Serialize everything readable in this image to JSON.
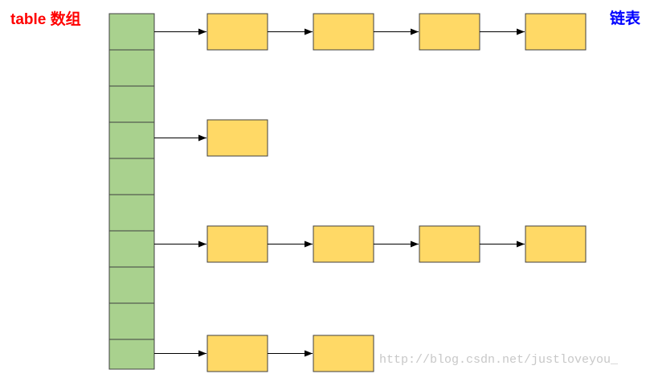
{
  "labels": {
    "table_label": "table 数组",
    "list_label": "链表"
  },
  "watermark": "http://blog.csdn.net/justloveyou_",
  "colors": {
    "array_fill": "#a9d18e",
    "node_fill": "#ffd966",
    "stroke": "#404040",
    "arrow": "#000000",
    "table_label": "#ff0000",
    "list_label": "#0000ff",
    "watermark": "#c8c8c8"
  },
  "diagram": {
    "array_cell_count": 10,
    "chains": [
      {
        "bucket_index": 0,
        "node_count": 4
      },
      {
        "bucket_index": 3,
        "node_count": 1
      },
      {
        "bucket_index": 6,
        "node_count": 4
      },
      {
        "bucket_index": 9,
        "node_count": 2
      }
    ]
  }
}
